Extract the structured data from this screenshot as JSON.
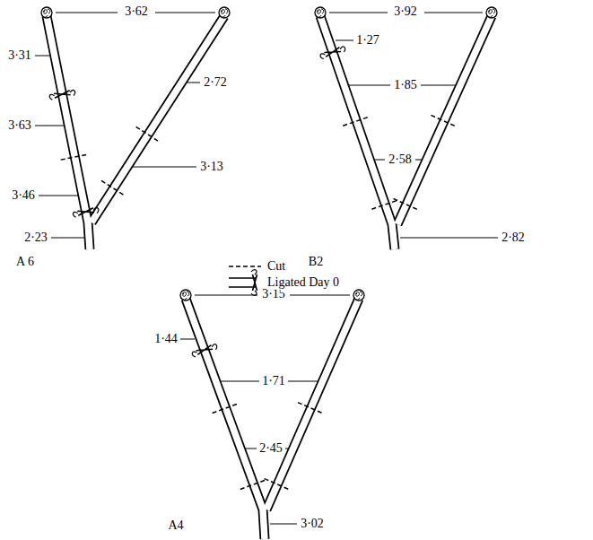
{
  "diagram": {
    "labels": [
      "3·62",
      "3·31",
      "3·63",
      "2·72",
      "3·46",
      "3·13",
      "2·23",
      "A 6",
      "3·92",
      "1·27",
      "1·85",
      "2·58",
      "2·82",
      "B2",
      "3·15",
      "1·44",
      "1·71",
      "2·45",
      "3·02",
      "A4"
    ],
    "legend": [
      {
        "text": "Cut"
      },
      {
        "text": "Ligated Day 0"
      }
    ]
  }
}
